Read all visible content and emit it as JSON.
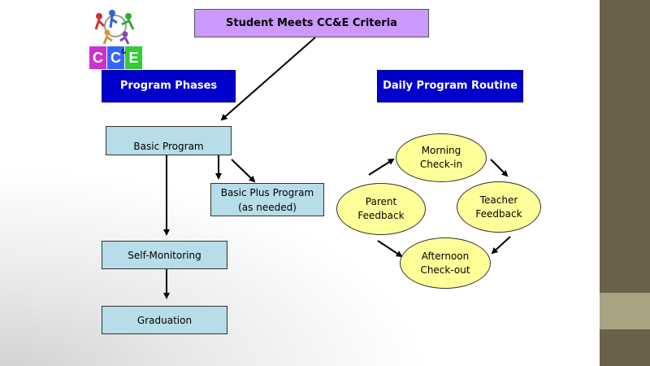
{
  "logo": {
    "letters": [
      "C",
      "C",
      "E"
    ],
    "connector": "&",
    "colors": [
      "#cc33cc",
      "#3366ff",
      "#33cc33"
    ]
  },
  "criteria": {
    "label": "Student Meets CC&E Criteria"
  },
  "headers": {
    "phases": "Program Phases",
    "routine": "Daily Program Routine"
  },
  "phases": {
    "basic": "Basic Program",
    "basic_plus_line1": "Basic Plus Program",
    "basic_plus_line2": "(as needed)",
    "self_monitoring": "Self-Monitoring",
    "graduation": "Graduation"
  },
  "routine": {
    "morning_1": "Morning",
    "morning_2": "Check-in",
    "teacher_1": "Teacher",
    "teacher_2": "Feedback",
    "afternoon_1": "Afternoon",
    "afternoon_2": "Check-out",
    "parent_1": "Parent",
    "parent_2": "Feedback"
  },
  "colors": {
    "criteria_fill": "#cc99ff",
    "header_fill": "#0000cc",
    "phase_fill": "#b7dde8",
    "routine_fill": "#ffff99",
    "sidebar": "#6b6049",
    "sidebar_accent": "#a8a381"
  }
}
